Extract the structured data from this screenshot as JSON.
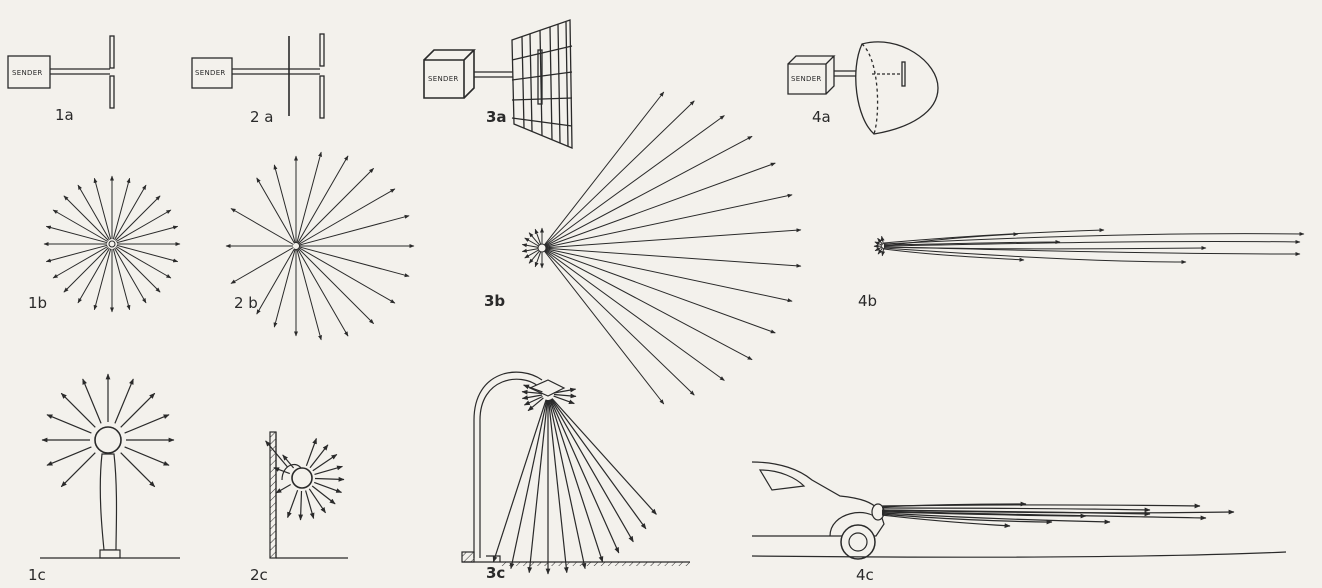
{
  "figures": [
    {
      "id": "1a",
      "label": "1a",
      "sender": "SENDER"
    },
    {
      "id": "2a",
      "label": "2 a",
      "sender": "SENDER"
    },
    {
      "id": "3a",
      "label": "3a",
      "sender": "SENDER"
    },
    {
      "id": "4a",
      "label": "4a",
      "sender": "SENDER"
    },
    {
      "id": "1b",
      "label": "1b"
    },
    {
      "id": "2b",
      "label": "2 b"
    },
    {
      "id": "3b",
      "label": "3b"
    },
    {
      "id": "4b",
      "label": "4b"
    },
    {
      "id": "1c",
      "label": "1c"
    },
    {
      "id": "2c",
      "label": "2c"
    },
    {
      "id": "3c",
      "label": "3c"
    },
    {
      "id": "4c",
      "label": "4c"
    }
  ],
  "colors": {
    "ink": "#2a2a2a",
    "paper": "#f3f1ec"
  }
}
